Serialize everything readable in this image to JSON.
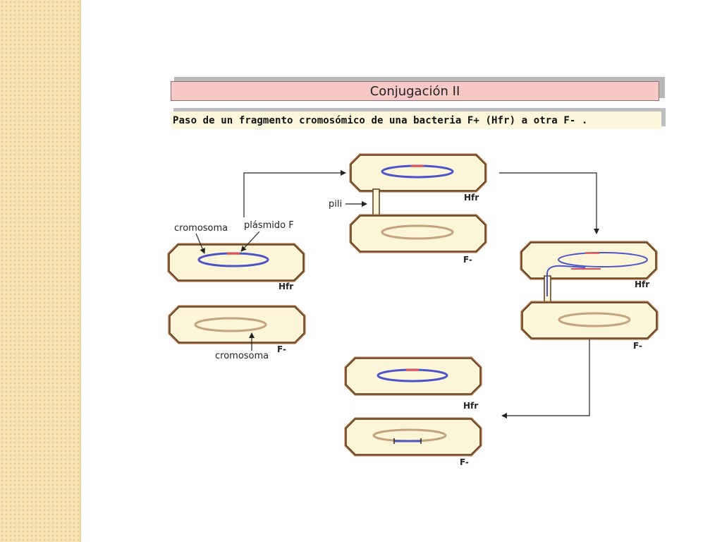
{
  "title": "Conjugación II",
  "subtitle": "Paso de un fragmento cromosómico de una bacteria F+ (Hfr) a otra F- .",
  "labels": {
    "hfr": "Hfr",
    "f_minus": "F-",
    "pili": "pili",
    "cromosoma": "cromosoma",
    "plasmido": "plásmido F"
  },
  "colors": {
    "cell_fill": "#fdf5d8",
    "cell_border": "#a0693d",
    "hfr_chromosome": "#4b55c8",
    "plasmid": "#e0505a",
    "f_minus_chromosome": "#c3a27c",
    "side_strip": "#f6e3b6"
  }
}
